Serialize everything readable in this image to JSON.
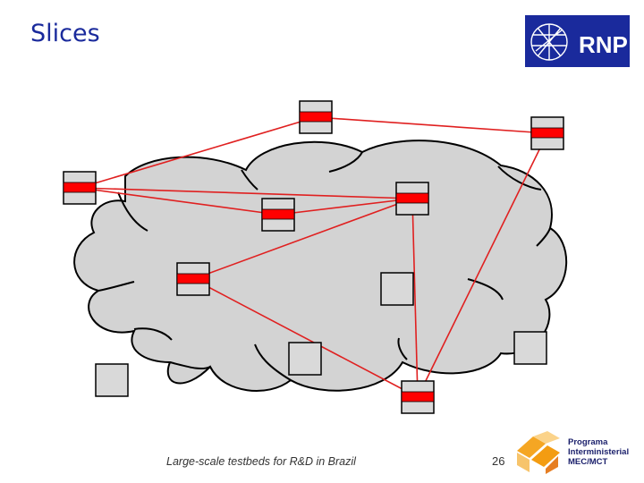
{
  "slide": {
    "title": "Slices"
  },
  "logo_rnp": {
    "text": "RNP",
    "bg_color": "#1a2a9c"
  },
  "footer": {
    "caption": "Large-scale testbeds for R&D in Brazil",
    "page_number": "26"
  },
  "program_logo": {
    "line1": "Programa",
    "line2": "Interministerial",
    "line3": "MEC/MCT"
  },
  "colors": {
    "cloud_fill": "#d3d3d3",
    "slice_link": "#e02020",
    "slice_band": "#ff0000",
    "node_fill": "#d9d9d9"
  },
  "nodes": [
    {
      "id": "n1",
      "in_slice": true
    },
    {
      "id": "n2",
      "in_slice": true
    },
    {
      "id": "n3",
      "in_slice": true
    },
    {
      "id": "n4",
      "in_slice": true
    },
    {
      "id": "n5",
      "in_slice": true
    },
    {
      "id": "n6",
      "in_slice": true
    },
    {
      "id": "n7",
      "in_slice": true
    },
    {
      "id": "n8",
      "in_slice": false
    },
    {
      "id": "n9",
      "in_slice": false
    },
    {
      "id": "n10",
      "in_slice": false
    },
    {
      "id": "n11",
      "in_slice": false
    }
  ],
  "links": [
    [
      "n1",
      "n2"
    ],
    [
      "n1",
      "n3"
    ],
    [
      "n2",
      "n7"
    ],
    [
      "n3",
      "n4"
    ],
    [
      "n3",
      "n5"
    ],
    [
      "n4",
      "n5"
    ],
    [
      "n5",
      "n7"
    ],
    [
      "n6",
      "n7"
    ],
    [
      "n6",
      "n5"
    ]
  ]
}
